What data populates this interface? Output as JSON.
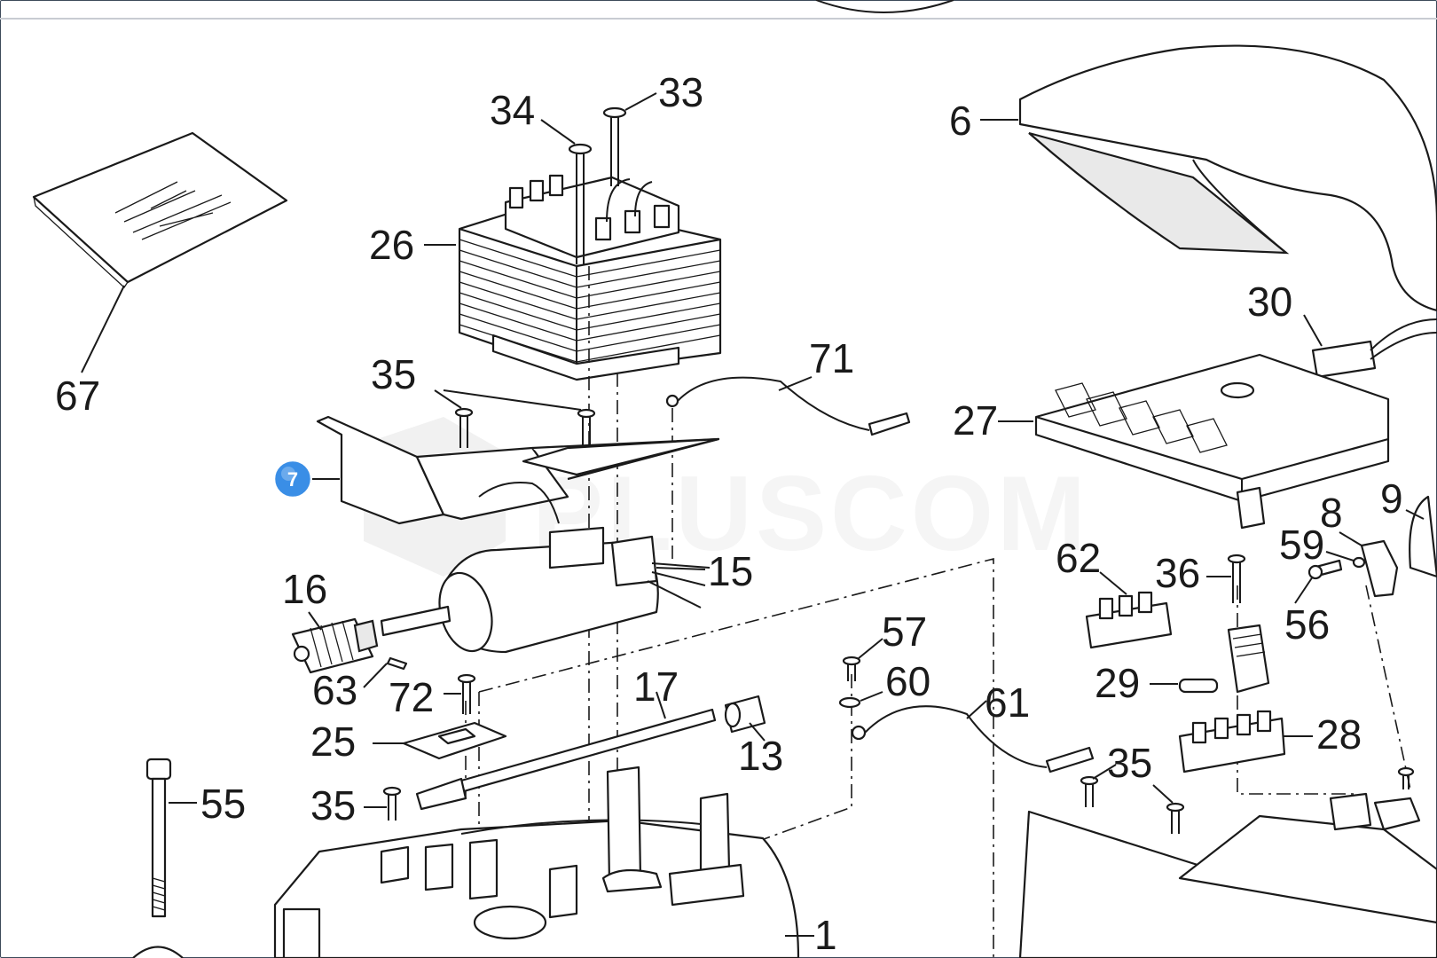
{
  "watermark": "PLUSCOM",
  "hotspot": {
    "number": "7",
    "color": "#3a8ee6"
  },
  "colors": {
    "line": "#1a1a1a",
    "frame": "#3d4a5a",
    "hotspot": "#3a8ee6"
  },
  "parts": [
    {
      "id": "p67",
      "label": "67"
    },
    {
      "id": "p34",
      "label": "34"
    },
    {
      "id": "p33",
      "label": "33"
    },
    {
      "id": "p26",
      "label": "26"
    },
    {
      "id": "p35a",
      "label": "35"
    },
    {
      "id": "p71",
      "label": "71"
    },
    {
      "id": "p16",
      "label": "16"
    },
    {
      "id": "p15",
      "label": "15"
    },
    {
      "id": "p63",
      "label": "63"
    },
    {
      "id": "p72",
      "label": "72"
    },
    {
      "id": "p17",
      "label": "17"
    },
    {
      "id": "p25",
      "label": "25"
    },
    {
      "id": "p13",
      "label": "13"
    },
    {
      "id": "p57",
      "label": "57"
    },
    {
      "id": "p60",
      "label": "60"
    },
    {
      "id": "p61",
      "label": "61"
    },
    {
      "id": "p55",
      "label": "55"
    },
    {
      "id": "p35b",
      "label": "35"
    },
    {
      "id": "p1",
      "label": "1"
    },
    {
      "id": "p6",
      "label": "6"
    },
    {
      "id": "p30",
      "label": "30"
    },
    {
      "id": "p27",
      "label": "27"
    },
    {
      "id": "p9",
      "label": "9"
    },
    {
      "id": "p8",
      "label": "8"
    },
    {
      "id": "p62",
      "label": "62"
    },
    {
      "id": "p36",
      "label": "36"
    },
    {
      "id": "p59",
      "label": "59"
    },
    {
      "id": "p56",
      "label": "56"
    },
    {
      "id": "p29",
      "label": "29"
    },
    {
      "id": "p28",
      "label": "28"
    },
    {
      "id": "p35c",
      "label": "35"
    }
  ]
}
